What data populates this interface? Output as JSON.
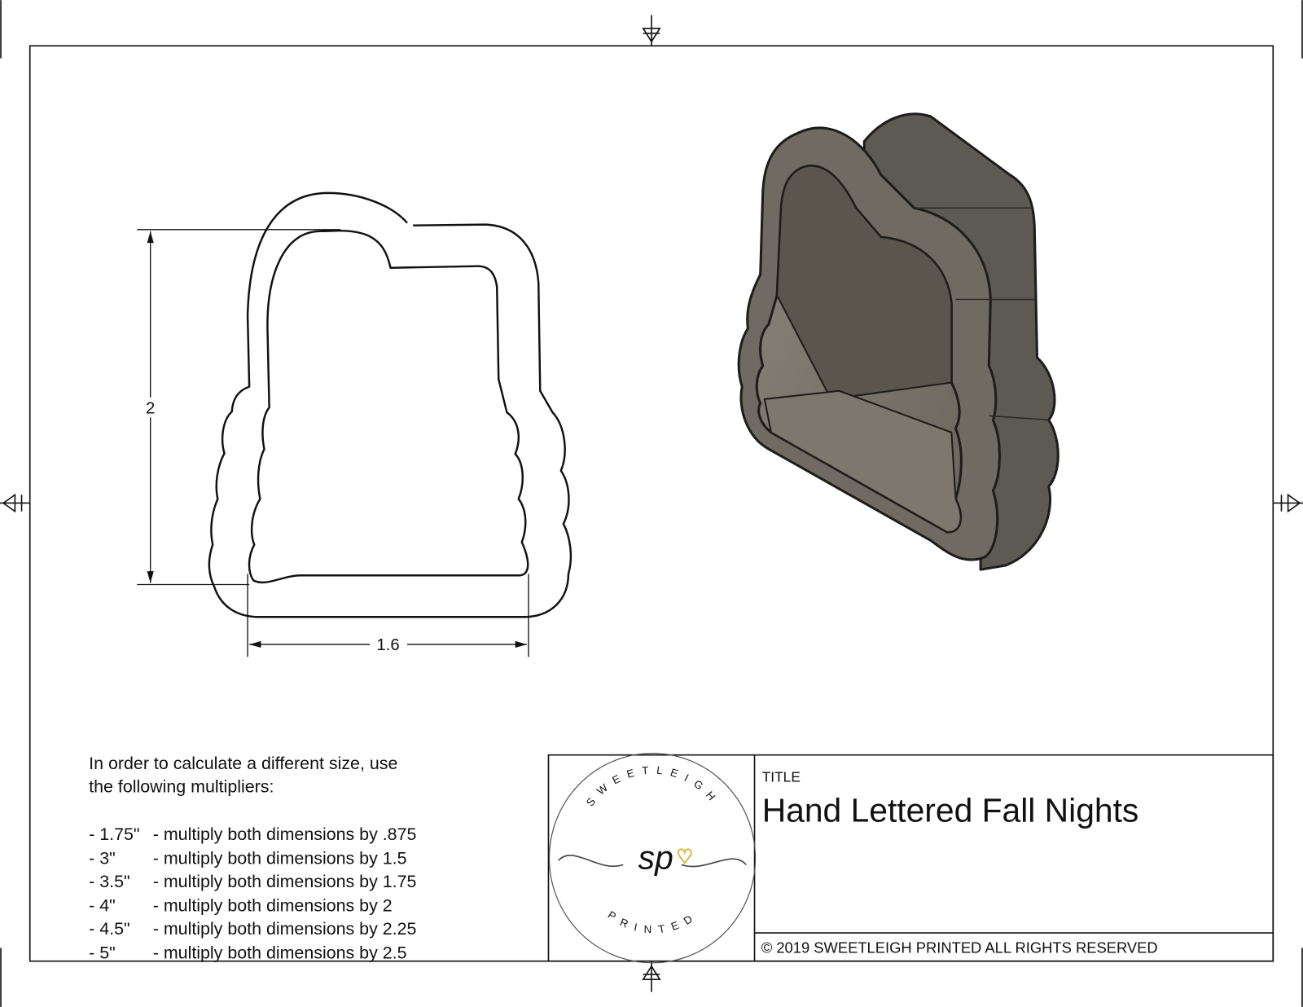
{
  "drawing": {
    "dimensions": {
      "height_value": "2",
      "width_value": "1.6"
    },
    "instructions": {
      "intro_line1": "In order to calculate a different size, use",
      "intro_line2": "the following multipliers:",
      "rows": [
        {
          "size": "- 1.75\"",
          "text": "- multiply both dimensions by .875"
        },
        {
          "size": "- 3\"",
          "text": "- multiply both dimensions by 1.5"
        },
        {
          "size": "- 3.5\"",
          "text": "- multiply both dimensions by 1.75"
        },
        {
          "size": "- 4\"",
          "text": "- multiply both dimensions by 2"
        },
        {
          "size": "- 4.5\"",
          "text": "- multiply both dimensions by 2.25"
        },
        {
          "size": "- 5\"",
          "text": "- multiply both dimensions by 2.5"
        }
      ]
    }
  },
  "title_block": {
    "title_label": "TITLE",
    "title": "Hand Lettered Fall Nights",
    "copyright": "© 2019  SWEETLEIGH PRINTED  ALL RIGHTS RESERVED",
    "logo": {
      "top_text": "SWEETLEIGH",
      "bottom_text": "PRINTED",
      "monogram": "sp",
      "heart_color": "#d9b23a",
      "ink_color": "#444444"
    }
  },
  "model_colors": {
    "body": "#5d5a53",
    "face": "#6f6b62",
    "edge": "#1e1d1a"
  }
}
